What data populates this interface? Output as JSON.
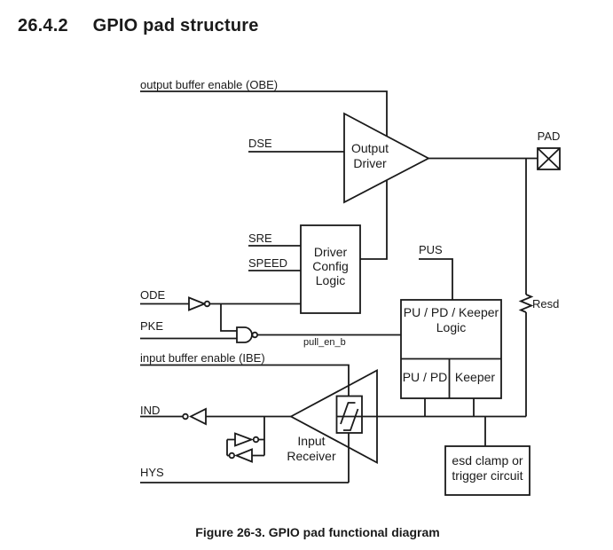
{
  "page": {
    "section_number": "26.4.2",
    "section_title": "GPIO pad structure",
    "figure_caption": "Figure 26-3. GPIO pad functional diagram"
  },
  "diagram": {
    "signals": {
      "obe": "output buffer enable (OBE)",
      "dse": "DSE",
      "sre": "SRE",
      "speed": "SPEED",
      "ode": "ODE",
      "pke": "PKE",
      "pull_en_b": "pull_en_b",
      "pus": "PUS",
      "ibe": "input buffer enable (IBE)",
      "ind": "IND",
      "hys": "HYS",
      "pad": "PAD",
      "resd": "Resd"
    },
    "blocks": {
      "output_driver": {
        "line1": "Output",
        "line2": "Driver"
      },
      "driver_config_logic": {
        "line1": "Driver",
        "line2": "Config",
        "line3": "Logic"
      },
      "pu_pd_keeper_logic": {
        "line1": "PU / PD / Keeper",
        "line2": "Logic"
      },
      "pu_pd_cell": "PU / PD",
      "keeper_cell": "Keeper",
      "input_receiver": {
        "line1": "Input",
        "line2": "Receiver"
      },
      "esd_clamp": {
        "line1": "esd clamp or",
        "line2": "trigger circuit"
      }
    },
    "colors": {
      "ink": "#1a1a1a",
      "background": "#ffffff"
    }
  }
}
